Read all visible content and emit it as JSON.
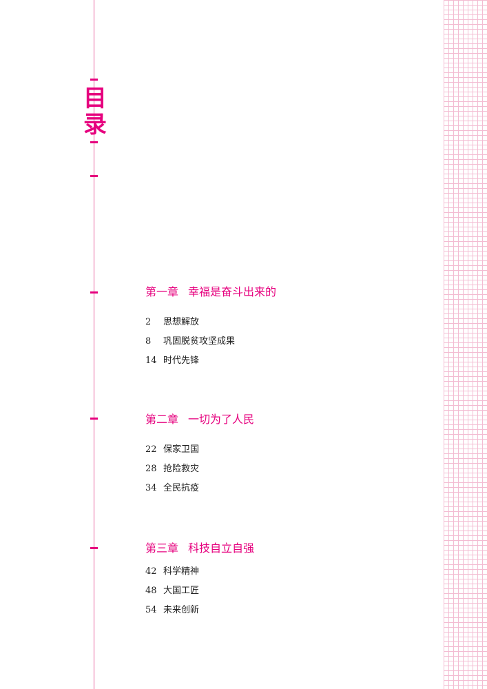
{
  "toc": {
    "title_chars": [
      "目",
      "录"
    ],
    "accent_color": "#e6007e"
  },
  "chapters": [
    {
      "number": "第一章",
      "title": "幸福是奋斗出来的",
      "entries": [
        {
          "page": "2",
          "title": "思想解放"
        },
        {
          "page": "8",
          "title": "巩固脱贫攻坚成果"
        },
        {
          "page": "14",
          "title": "时代先锋"
        }
      ]
    },
    {
      "number": "第二章",
      "title": "一切为了人民",
      "entries": [
        {
          "page": "22",
          "title": "保家卫国"
        },
        {
          "page": "28",
          "title": "抢险救灾"
        },
        {
          "page": "34",
          "title": "全民抗疫"
        }
      ]
    },
    {
      "number": "第三章",
      "title": "科技自立自强",
      "entries": [
        {
          "page": "42",
          "title": "科学精神"
        },
        {
          "page": "48",
          "title": "大国工匠"
        },
        {
          "page": "54",
          "title": "未来创新"
        }
      ]
    }
  ]
}
